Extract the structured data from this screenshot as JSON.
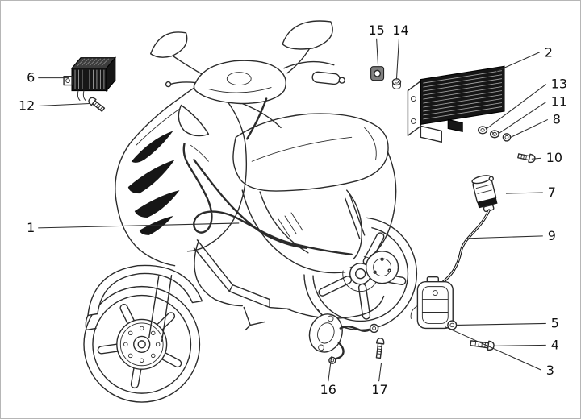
{
  "diagram": {
    "callouts": {
      "c1": "1",
      "c2": "2",
      "c3": "3",
      "c4": "4",
      "c5": "5",
      "c6": "6",
      "c7": "7",
      "c8": "8",
      "c9": "9",
      "c10": "10",
      "c11": "11",
      "c12": "12",
      "c13": "13",
      "c14": "14",
      "c15": "15",
      "c16": "16",
      "c17": "17"
    }
  },
  "colors": {
    "line": "#2b2b2b",
    "part_dark": "#161616",
    "background": "#ffffff",
    "frame": "#b6b6b6"
  }
}
